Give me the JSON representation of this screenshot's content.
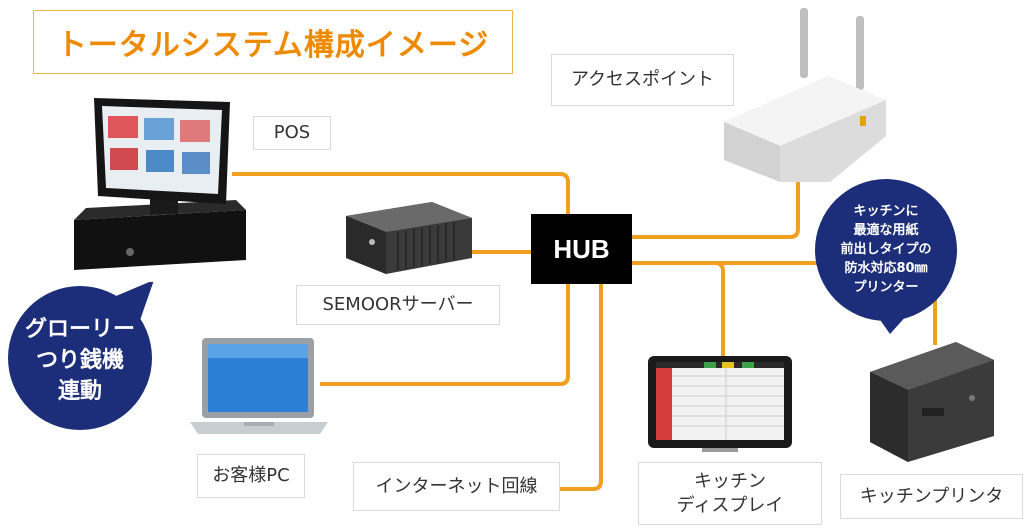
{
  "title": "トータルシステム構成イメージ",
  "hub": "HUB",
  "labels": {
    "pos": "POS",
    "access_point": "アクセスポイント",
    "server": "SEMOORサーバー",
    "customer_pc": "お客様PC",
    "internet": "インターネット回線",
    "kitchen_display_line1": "キッチン",
    "kitchen_display_line2": "ディスプレイ",
    "kitchen_printer": "キッチンプリンタ"
  },
  "bubble_glory": {
    "line1": "グローリー",
    "line2": "つり銭機",
    "line3": "連動"
  },
  "bubble_printer": {
    "line1": "キッチンに",
    "line2": "最適な用紙",
    "line3": "前出しタイプの",
    "line4": "防水対応80㎜",
    "line5": "プリンター"
  },
  "colors": {
    "line": "#f0a01e",
    "title": "#ee8a00",
    "bubble": "#1c2e7a",
    "hub": "#000000"
  }
}
